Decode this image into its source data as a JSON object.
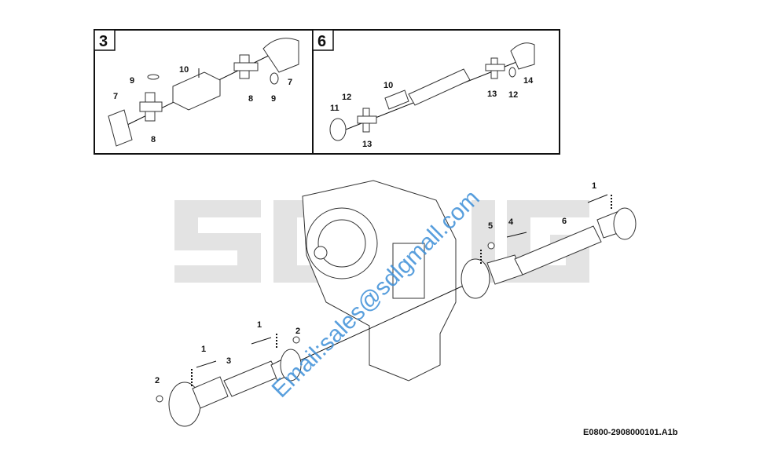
{
  "diagram": {
    "drawing_code": "E0800-2908000101.A1b",
    "watermark_logo": "SDLG",
    "watermark_email": "Email:sales@sdlgmall.com",
    "main_labels": [
      "1",
      "5",
      "4",
      "6",
      "1",
      "2",
      "1",
      "3",
      "2"
    ],
    "inset_3": {
      "number": "3",
      "labels": [
        "10",
        "9",
        "7",
        "8",
        "9",
        "7",
        "8"
      ]
    },
    "inset_6": {
      "number": "6",
      "labels": [
        "10",
        "12",
        "14",
        "13",
        "12",
        "11",
        "13"
      ]
    }
  }
}
